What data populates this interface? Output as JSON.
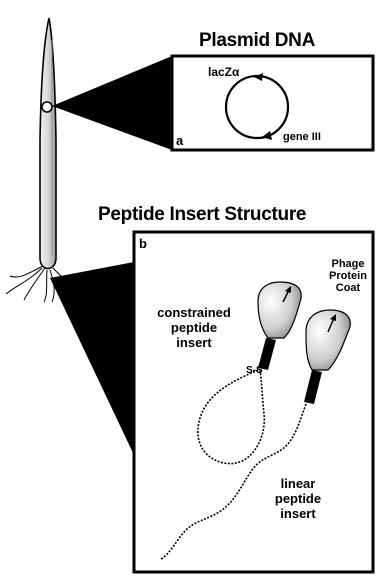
{
  "panel_a": {
    "title": "Plasmid DNA",
    "letter": "a",
    "labels": {
      "lacz": "lacZα",
      "gene3": "gene III"
    }
  },
  "panel_b": {
    "title": "Peptide Insert Structure",
    "letter": "b",
    "labels": {
      "coat": [
        "Phage",
        "Protein",
        "Coat"
      ],
      "constrained": [
        "constrained",
        "peptide",
        "insert"
      ],
      "linear": [
        "linear",
        "peptide",
        "insert"
      ],
      "ss": "S-S"
    }
  }
}
